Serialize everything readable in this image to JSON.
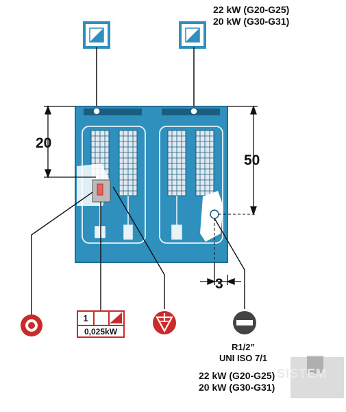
{
  "power_top": [
    "22 kW (G20-G25)",
    "20 kW (G30-G31)"
  ],
  "dimensions": {
    "left_height": "20",
    "right_height": "50",
    "offset": "3"
  },
  "electric": {
    "phase_count": "1",
    "power": "0,025kW"
  },
  "gas_connection": {
    "thread": "R1/2”",
    "standard": "UNI ISO 7/1",
    "power": [
      "22 kW (G20-G25)",
      "20 kW (G30-G31)"
    ]
  },
  "watermark": "SISTEM",
  "colors": {
    "panel": "#2f8fbd",
    "outline": "#1f6f99",
    "accent": "#1a5d80",
    "red": "#c92a2a",
    "line": "#111111"
  },
  "icons": [
    "thermostat-icon",
    "thermostat-icon",
    "power-switch-icon",
    "equipotential-icon",
    "gas-plug-icon",
    "phase-symbol-icon"
  ]
}
